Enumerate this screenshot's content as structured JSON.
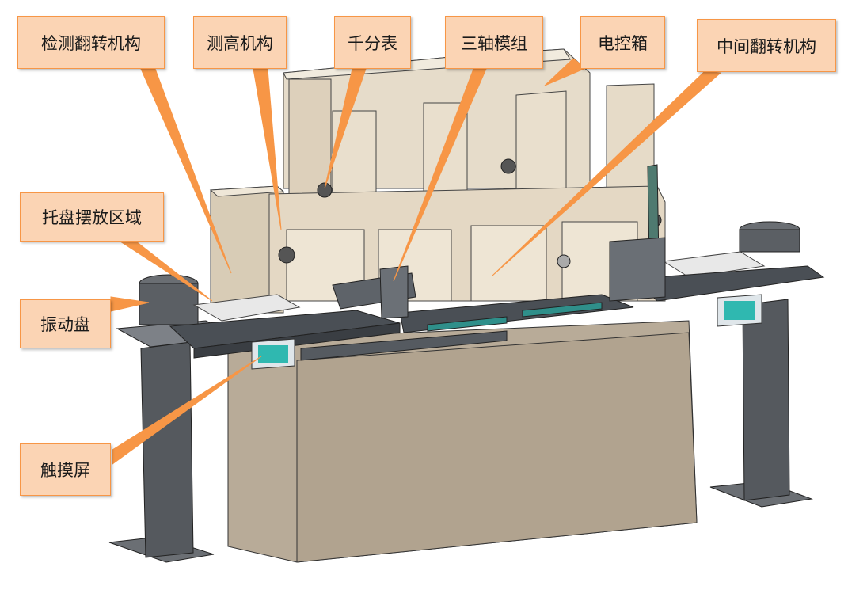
{
  "callouts": [
    {
      "id": "detect-flip",
      "label": "检测翻转机构"
    },
    {
      "id": "height-measure",
      "label": "测高机构"
    },
    {
      "id": "dial-indicator",
      "label": "千分表"
    },
    {
      "id": "three-axis",
      "label": "三轴模组"
    },
    {
      "id": "control-box",
      "label": "电控箱"
    },
    {
      "id": "middle-flip",
      "label": "中间翻转机构"
    },
    {
      "id": "tray-area",
      "label": "托盘摆放区域"
    },
    {
      "id": "vibration-plate",
      "label": "振动盘"
    },
    {
      "id": "touch-screen",
      "label": "触摸屏"
    }
  ],
  "colors": {
    "callout_fill": "#fbd4b4",
    "callout_border": "#f79646",
    "cabinet": "#b8ab98",
    "fixture": "#e7dccb",
    "rail": "#4a4f55",
    "screen": "#2fb8b0"
  }
}
